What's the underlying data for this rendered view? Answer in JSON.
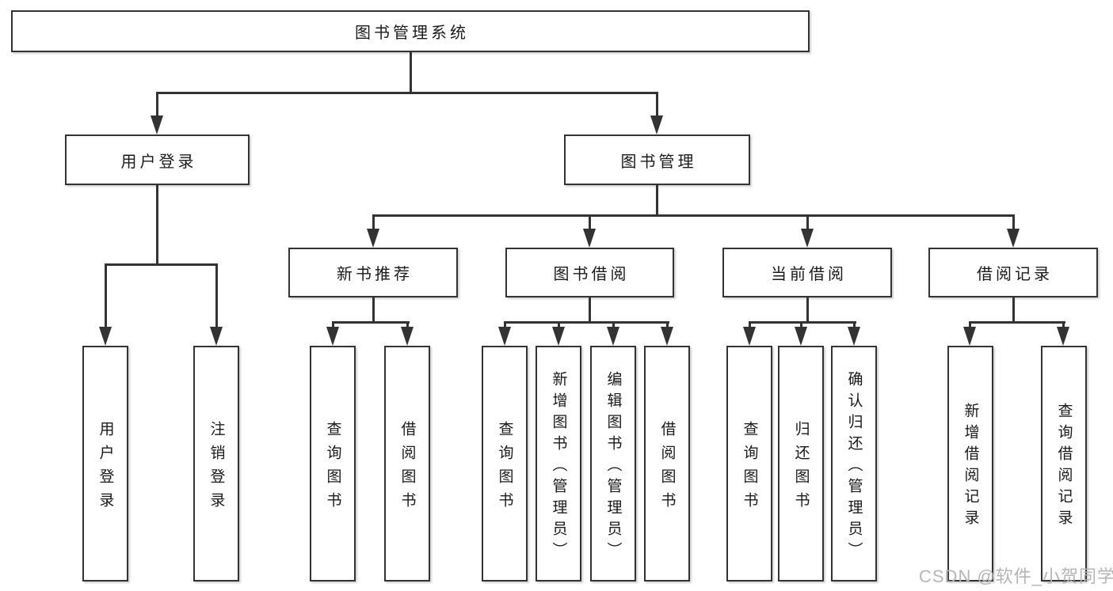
{
  "tree": {
    "label": "图书管理系统",
    "children": [
      {
        "label": "用户登录",
        "children": [
          {
            "label": "用户登录"
          },
          {
            "label": "注销登录"
          }
        ]
      },
      {
        "label": "图书管理",
        "children": [
          {
            "label": "新书推荐",
            "children": [
              {
                "label": "查询图书"
              },
              {
                "label": "借阅图书"
              }
            ]
          },
          {
            "label": "图书借阅",
            "children": [
              {
                "label": "查询图书"
              },
              {
                "label": "新增图书（管理员）"
              },
              {
                "label": "编辑图书（管理员）"
              },
              {
                "label": "借阅图书"
              }
            ]
          },
          {
            "label": "当前借阅",
            "children": [
              {
                "label": "查询图书"
              },
              {
                "label": "归还图书"
              },
              {
                "label": "确认归还（管理员）"
              }
            ]
          },
          {
            "label": "借阅记录",
            "children": [
              {
                "label": "新增借阅记录"
              },
              {
                "label": "查询借阅记录"
              }
            ]
          }
        ]
      }
    ]
  },
  "watermark": {
    "text": "CSDN @软件_小贺同学"
  },
  "colors": {
    "line": "#333333",
    "box_border": "#333333",
    "text": "#1a1a1a",
    "background": "#ffffff",
    "watermark": "#b5b5b5"
  }
}
